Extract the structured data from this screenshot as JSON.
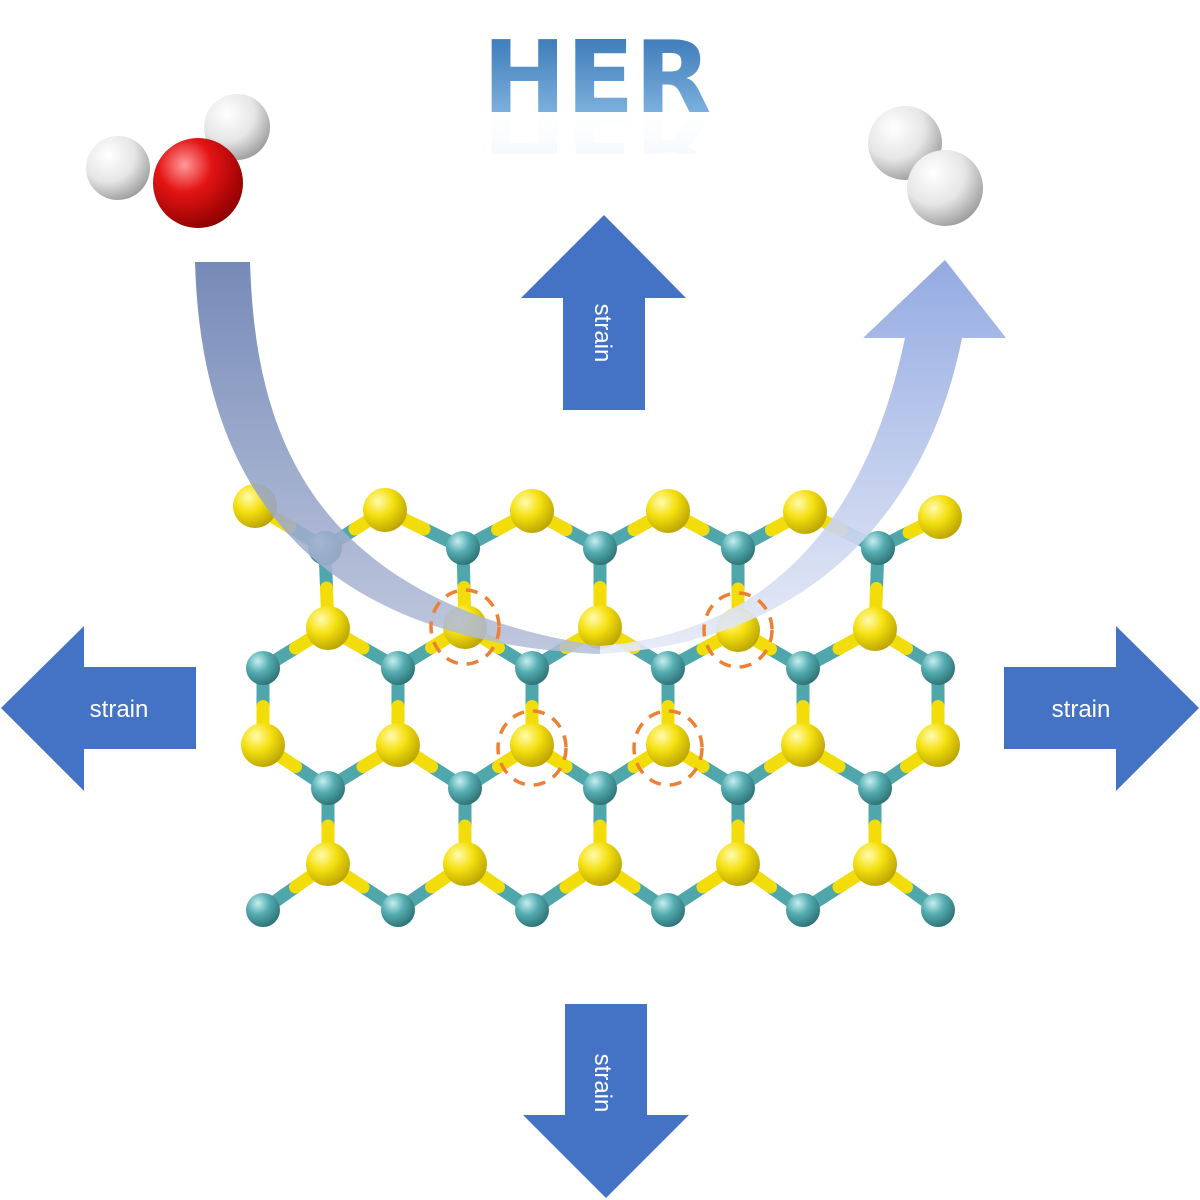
{
  "title": "HER",
  "arrows": {
    "top_label": "strain",
    "bottom_label": "strain",
    "left_label": "strain",
    "right_label": "strain"
  },
  "colors": {
    "arrow": "#4472C4",
    "sulfur": "#f2dc0a",
    "metal": "#4fa7ab",
    "oxygen": "#e01010",
    "hydrogen": "#e8e8e8",
    "active_site_ring": "#ee8033",
    "title": "#4a84c0",
    "curved_arrow": "#8a9ac6"
  },
  "molecules": {
    "reactant": "water-molecule",
    "product": "hydrogen-molecule"
  }
}
